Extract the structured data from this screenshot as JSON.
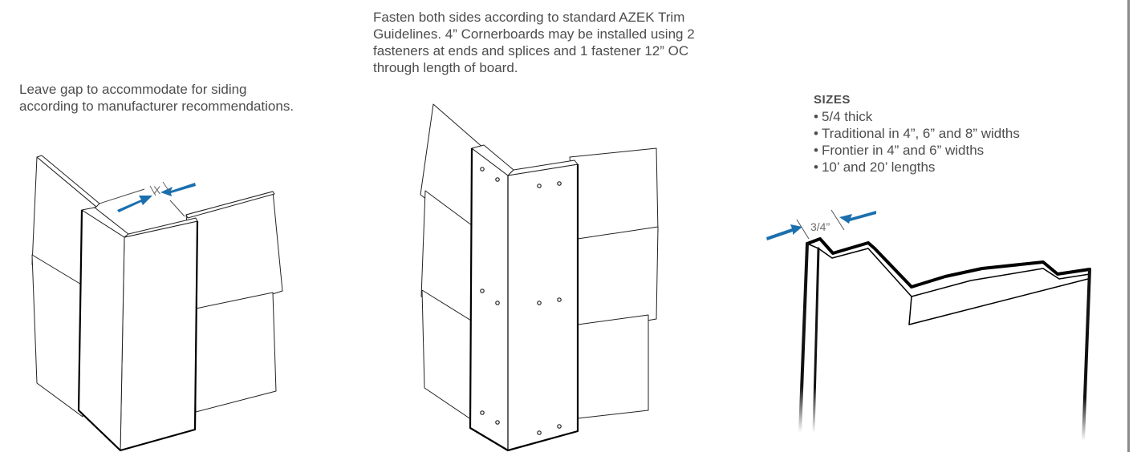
{
  "captions": {
    "gap_note": "Leave gap to accommodate for siding according to manufacturer recommendations.",
    "fasten_note": "Fasten both sides according to standard AZEK Trim Guidelines. 4” Cornerboards may be installed using 2 fasteners at ends and splices and 1 fastener 12” OC through length of board."
  },
  "sizes": {
    "heading": "SIZES",
    "items": [
      "5/4 thick",
      "Traditional in 4”, 6” and 8” widths",
      "Frontier in 4” and 6” widths",
      "10’ and 20’ lengths"
    ]
  },
  "dimensions": {
    "gap_label": "X",
    "thickness_label": "3/4”"
  },
  "colors": {
    "arrow": "#1b6fae",
    "line": "#111111",
    "divider": "#8a8a8a"
  }
}
